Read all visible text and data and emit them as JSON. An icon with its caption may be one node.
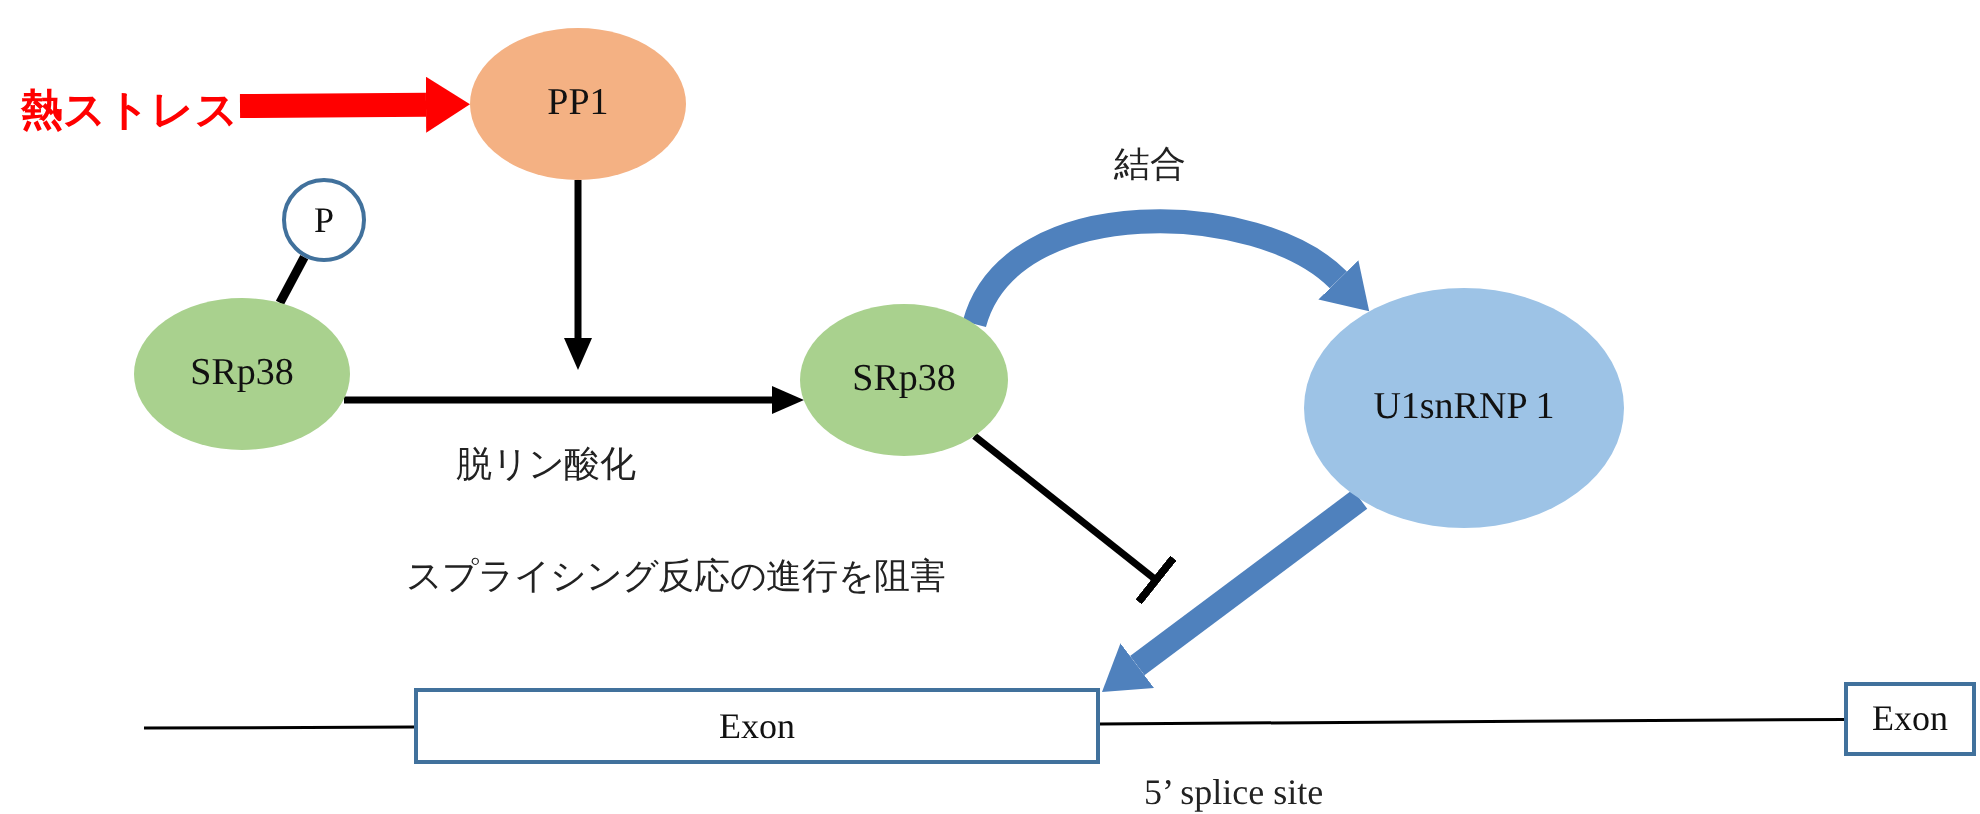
{
  "diagram": {
    "nodes": [
      {
        "text": [
          "熱ストレス"
        ]
      },
      {
        "text": [
          "PP1"
        ]
      },
      {
        "text": [
          "P"
        ]
      },
      {
        "text": [
          "SRp38"
        ]
      },
      {
        "text": [
          "SRp38"
        ]
      },
      {
        "text": [
          "U1snRNP 1"
        ]
      },
      {
        "text": [
          "Exon"
        ]
      },
      {
        "text": [
          "Exon"
        ]
      }
    ],
    "edges": [
      {
        "from": 0,
        "to": 1,
        "arrow": "to",
        "style": "thick",
        "color": "#ff0000"
      },
      {
        "from": 2,
        "to": 3,
        "arrow": "none"
      },
      {
        "from": 1,
        "to": null,
        "arrow": "to"
      },
      {
        "from": 3,
        "to": 4,
        "arrow": "to",
        "label": "脱リン酸化"
      },
      {
        "from": 4,
        "to": 5,
        "arrow": "to",
        "label": "結合",
        "style": "thick",
        "color": "#4f81bd"
      },
      {
        "from": 4,
        "to": null,
        "arrow": "other"
      },
      {
        "from": 5,
        "to": 6,
        "arrow": "to",
        "style": "thick",
        "color": "#4f81bd"
      },
      {
        "from": null,
        "to": 6,
        "arrow": "none"
      },
      {
        "from": 6,
        "to": 7,
        "arrow": "none"
      }
    ],
    "labels": [
      "スプライシング反応の進行を阻害",
      "5’ splice site"
    ]
  }
}
